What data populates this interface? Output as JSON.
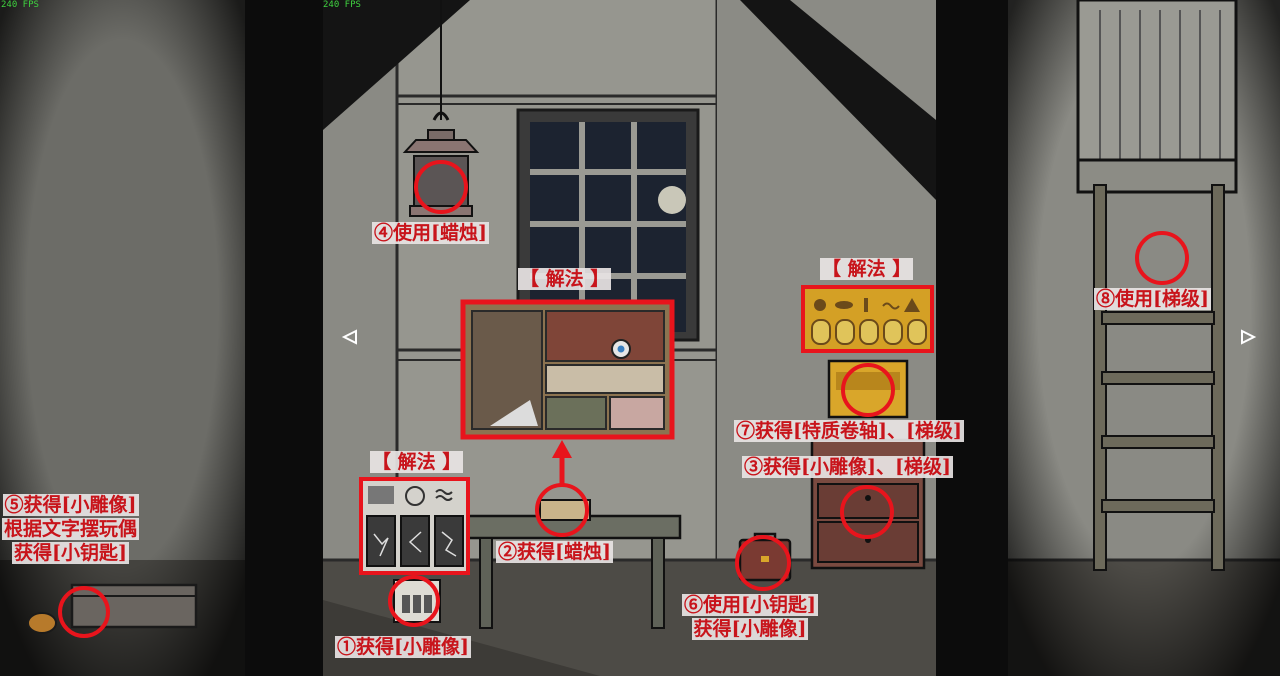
{
  "fps": {
    "left": "240 FPS",
    "center": "240 FPS"
  },
  "labels": {
    "step1": "①获得[小雕像]",
    "step2": "②获得[蜡烛]",
    "step3": "③获得[小雕像]、[梯级]",
    "step4": "④使用[蜡烛]",
    "step5_line1": "⑤获得[小雕像]",
    "step5_line2": "根据文字摆玩偶",
    "step5_line3": "获得[小钥匙]",
    "step6_line1": "⑥使用[小钥匙]",
    "step6_line2": "获得[小雕像]",
    "step7": "⑦获得[特质卷轴]、[梯级]",
    "step8": "⑧使用[梯级]",
    "solution_left": "【 解法 】",
    "solution_center": "【 解法 】",
    "solution_right": "【 解法 】"
  },
  "icons": {
    "nav_left": "triangle-left-icon",
    "nav_right": "triangle-right-icon"
  },
  "colors": {
    "highlight_red": "#e8141c",
    "wall": "#8f8f89",
    "beam": "#141414",
    "floor": "#4a4843"
  }
}
